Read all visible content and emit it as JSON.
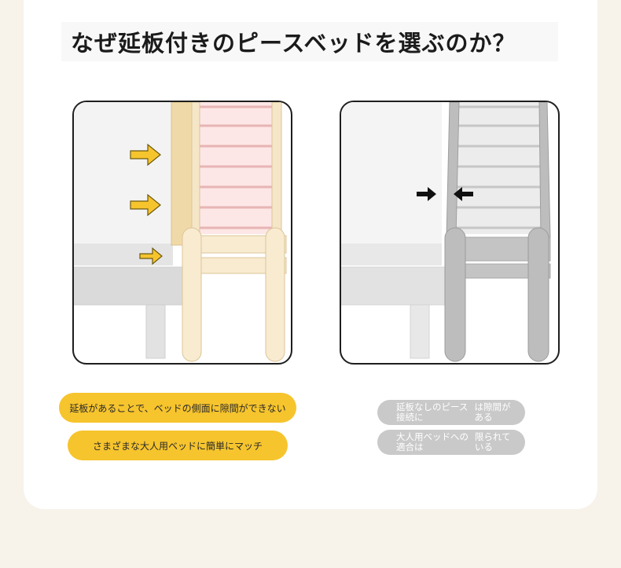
{
  "title": "なぜ延板付きのピースベッドを選ぶのか？",
  "colors": {
    "accent_yellow": "#f6c42d",
    "gray_pill": "#c9c9c9",
    "bed_wood": "#f0ddb8",
    "rail_pink": "#fce4e4",
    "gray_bed": "#b9b9b9",
    "background": "#f7f2ea"
  },
  "icons": {
    "left_arrows": "arrow-right-icon",
    "right_arrows": "arrows-converge-icon"
  },
  "left_panel": {
    "pills": [
      "延板があることで、ベッドの側面に隙間ができない",
      "さまざまな大人用ベッドに簡単にマッチ"
    ]
  },
  "right_panel": {
    "pills": [
      {
        "line1": "延板なしのピース接続に",
        "line2": "は隙間がある"
      },
      {
        "line1": "大人用ベッドへの適合は",
        "line2": "限られている"
      }
    ]
  }
}
